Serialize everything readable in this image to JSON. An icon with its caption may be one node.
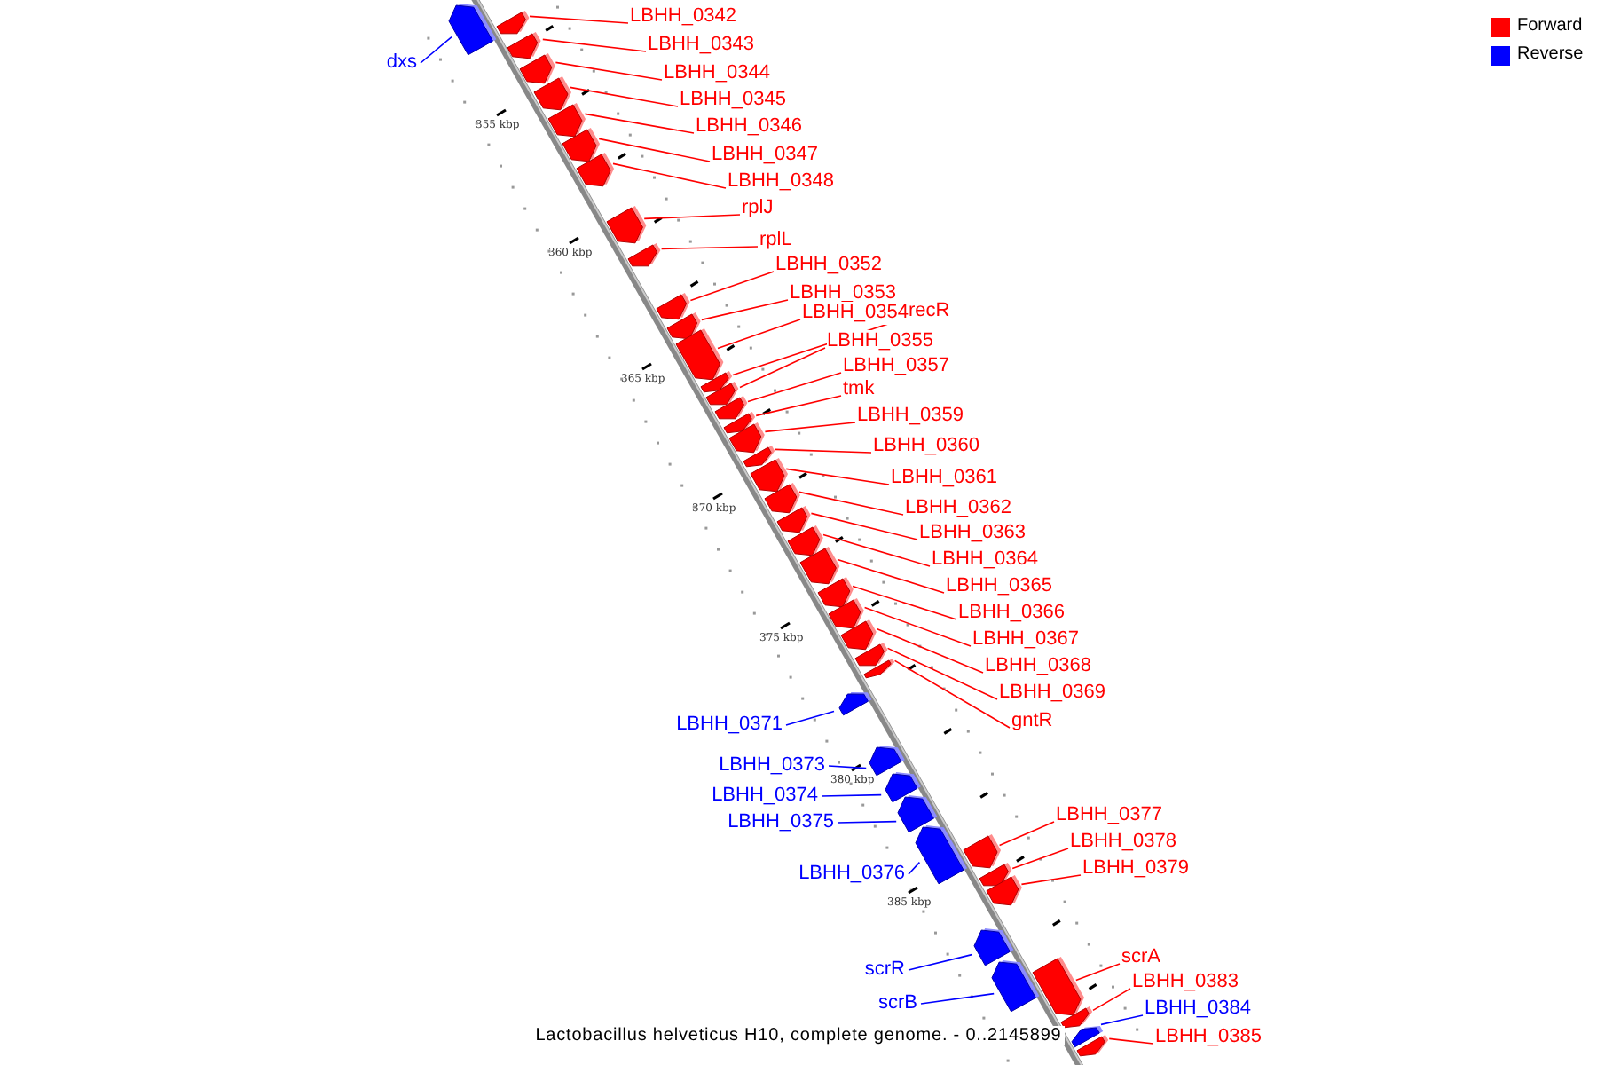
{
  "diagram": {
    "caption": "Lactobacillus helveticus H10, complete genome. - 0..2145899",
    "nodes": [
      {
        "text": [
          "dxs"
        ]
      },
      {
        "text": [],
        "shape": "box"
      },
      {
        "text": [
          "LBHH_0342"
        ]
      },
      {
        "text": [],
        "shape": "box"
      },
      {
        "text": [
          "LBHH_0343"
        ]
      },
      {
        "text": [],
        "shape": "box"
      },
      {
        "text": [
          "LBHH_0344"
        ]
      },
      {
        "text": [],
        "shape": "box"
      },
      {
        "text": [
          "LBHH_0345"
        ]
      },
      {
        "text": [],
        "shape": "box"
      },
      {
        "text": [
          "LBHH_0346"
        ]
      },
      {
        "text": [],
        "shape": "box"
      },
      {
        "text": [
          "LBHH_0347"
        ]
      },
      {
        "text": [],
        "shape": "box"
      },
      {
        "text": [
          "LBHH_0348"
        ]
      },
      {
        "text": [],
        "shape": "box"
      },
      {
        "text": [
          "rplJ"
        ]
      },
      {
        "text": [],
        "shape": "box"
      },
      {
        "text": [
          "rplL"
        ]
      },
      {
        "text": [],
        "shape": "box"
      },
      {
        "text": [
          "LBHH_0352"
        ]
      },
      {
        "text": [],
        "shape": "box"
      },
      {
        "text": [
          "LBHH_0353"
        ]
      },
      {
        "text": [],
        "shape": "box"
      },
      {
        "text": [
          "LBHH_0354"
        ]
      },
      {
        "text": [],
        "shape": "box"
      },
      {
        "text": [
          "recR"
        ]
      },
      {
        "text": [],
        "shape": "box"
      },
      {
        "text": [
          "LBHH_0355"
        ]
      },
      {
        "text": [],
        "shape": "box"
      },
      {
        "text": [
          "LBHH_0357"
        ]
      },
      {
        "text": [],
        "shape": "box"
      },
      {
        "text": [
          "tmk"
        ]
      },
      {
        "text": [],
        "shape": "box"
      },
      {
        "text": [
          "LBHH_0359"
        ]
      },
      {
        "text": [],
        "shape": "box"
      },
      {
        "text": [
          "LBHH_0360"
        ]
      },
      {
        "text": [],
        "shape": "box"
      },
      {
        "text": [
          "LBHH_0361"
        ]
      },
      {
        "text": [],
        "shape": "box"
      },
      {
        "text": [
          "LBHH_0362"
        ]
      },
      {
        "text": [],
        "shape": "box"
      },
      {
        "text": [
          "LBHH_0363"
        ]
      },
      {
        "text": [],
        "shape": "box"
      },
      {
        "text": [
          "LBHH_0364"
        ]
      },
      {
        "text": [],
        "shape": "box"
      },
      {
        "text": [
          "LBHH_0365"
        ]
      },
      {
        "text": [],
        "shape": "box"
      },
      {
        "text": [
          "LBHH_0366"
        ]
      },
      {
        "text": [],
        "shape": "box"
      },
      {
        "text": [
          "LBHH_0367"
        ]
      },
      {
        "text": [],
        "shape": "box"
      },
      {
        "text": [
          "LBHH_0368"
        ]
      },
      {
        "text": [],
        "shape": "box"
      },
      {
        "text": [
          "LBHH_0369"
        ]
      },
      {
        "text": [],
        "shape": "box"
      },
      {
        "text": [
          "gntR"
        ]
      },
      {
        "text": [],
        "shape": "box"
      },
      {
        "text": [
          "LBHH_0371"
        ]
      },
      {
        "text": [],
        "shape": "box"
      },
      {
        "text": [
          "LBHH_0373"
        ]
      },
      {
        "text": [],
        "shape": "box"
      },
      {
        "text": [
          "LBHH_0374"
        ]
      },
      {
        "text": [],
        "shape": "box"
      },
      {
        "text": [
          "LBHH_0375"
        ]
      },
      {
        "text": [],
        "shape": "box"
      },
      {
        "text": [
          "LBHH_0376"
        ]
      },
      {
        "text": [],
        "shape": "box"
      },
      {
        "text": [
          "LBHH_0377"
        ]
      },
      {
        "text": [],
        "shape": "box"
      },
      {
        "text": [
          "LBHH_0378"
        ]
      },
      {
        "text": [],
        "shape": "box"
      },
      {
        "text": [
          "LBHH_0379"
        ]
      },
      {
        "text": [],
        "shape": "box"
      },
      {
        "text": [
          "scrR"
        ]
      },
      {
        "text": [],
        "shape": "box"
      },
      {
        "text": [
          "scrB"
        ]
      },
      {
        "text": [],
        "shape": "box"
      },
      {
        "text": [
          "scrA"
        ]
      },
      {
        "text": [],
        "shape": "box"
      },
      {
        "text": [
          "LBHH_0383"
        ]
      },
      {
        "text": [],
        "shape": "box"
      },
      {
        "text": [
          "LBHH_0384"
        ]
      },
      {
        "text": [],
        "shape": "box"
      },
      {
        "text": [
          "LBHH_0385"
        ]
      },
      {
        "text": [],
        "shape": "box"
      }
    ],
    "edges": [
      {
        "from": 0,
        "to": 1,
        "arrow": "none",
        "color": "#0000ff"
      },
      {
        "from": 2,
        "to": 3,
        "arrow": "none"
      },
      {
        "from": 4,
        "to": 5,
        "arrow": "none"
      },
      {
        "from": 6,
        "to": 7,
        "arrow": "none"
      },
      {
        "from": 8,
        "to": 9,
        "arrow": "none"
      },
      {
        "from": 10,
        "to": 11,
        "arrow": "none"
      },
      {
        "from": 12,
        "to": 13,
        "arrow": "none"
      },
      {
        "from": 14,
        "to": 15,
        "arrow": "none"
      },
      {
        "from": 16,
        "to": 17,
        "arrow": "none"
      },
      {
        "from": 18,
        "to": 19,
        "arrow": "none"
      },
      {
        "from": 20,
        "to": 21,
        "arrow": "none"
      },
      {
        "from": 22,
        "to": 23,
        "arrow": "none"
      },
      {
        "from": 24,
        "to": 25,
        "arrow": "none"
      },
      {
        "from": 26,
        "to": 27,
        "arrow": "none"
      },
      {
        "from": 28,
        "to": 29,
        "arrow": "none"
      },
      {
        "from": 30,
        "to": 31,
        "arrow": "none"
      },
      {
        "from": 32,
        "to": 33,
        "arrow": "none"
      },
      {
        "from": 34,
        "to": 35,
        "arrow": "none"
      },
      {
        "from": 36,
        "to": 37,
        "arrow": "none"
      },
      {
        "from": 38,
        "to": 39,
        "arrow": "none"
      },
      {
        "from": 40,
        "to": 41,
        "arrow": "none"
      },
      {
        "from": 42,
        "to": 43,
        "arrow": "none"
      },
      {
        "from": 44,
        "to": 45,
        "arrow": "none"
      },
      {
        "from": 46,
        "to": 47,
        "arrow": "none"
      },
      {
        "from": 48,
        "to": 49,
        "arrow": "none"
      },
      {
        "from": 50,
        "to": 51,
        "arrow": "none"
      },
      {
        "from": 52,
        "to": 53,
        "arrow": "none"
      },
      {
        "from": 54,
        "to": 55,
        "arrow": "none"
      },
      {
        "from": 56,
        "to": 57,
        "arrow": "none"
      },
      {
        "from": 58,
        "to": 59,
        "arrow": "none",
        "color": "#0000ff"
      },
      {
        "from": 60,
        "to": 61,
        "arrow": "none",
        "color": "#0000ff"
      },
      {
        "from": 62,
        "to": 63,
        "arrow": "none",
        "color": "#0000ff"
      },
      {
        "from": 64,
        "to": 65,
        "arrow": "none",
        "color": "#0000ff"
      },
      {
        "from": 66,
        "to": 67,
        "arrow": "none",
        "color": "#0000ff"
      },
      {
        "from": 68,
        "to": 69,
        "arrow": "none"
      },
      {
        "from": 70,
        "to": 71,
        "arrow": "none"
      },
      {
        "from": 72,
        "to": 73,
        "arrow": "none"
      },
      {
        "from": 74,
        "to": 75,
        "arrow": "none",
        "color": "#0000ff"
      },
      {
        "from": 76,
        "to": 77,
        "arrow": "none",
        "color": "#0000ff"
      },
      {
        "from": 78,
        "to": 79,
        "arrow": "none"
      },
      {
        "from": 80,
        "to": 81,
        "arrow": "none"
      },
      {
        "from": 82,
        "to": 83,
        "arrow": "none",
        "color": "#0000ff"
      },
      {
        "from": 84,
        "to": 85,
        "arrow": "none"
      }
    ],
    "labels": [
      "355 kbp",
      "360 kbp",
      "365 kbp",
      "370 kbp",
      "375 kbp",
      "380 kbp",
      "385 kbp"
    ],
    "legend": [
      {
        "text": "Forward",
        "color": "#ff0000"
      },
      {
        "text": "Reverse",
        "color": "#0000ff"
      }
    ]
  }
}
